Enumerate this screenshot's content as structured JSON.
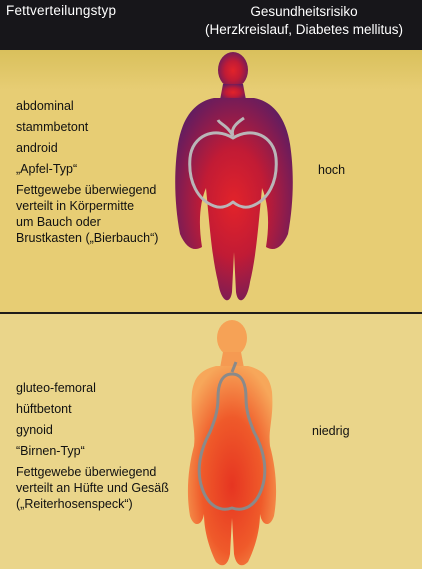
{
  "header": {
    "left_title": "Fettverteilungstyp",
    "right_title_line1": "Gesundheitsrisiko",
    "right_title_line2": "(Herzkreislauf, Diabetes mellitus)"
  },
  "apple_type": {
    "lines": [
      "abdominal",
      "stammbetont",
      "android",
      "„Apfel-Typ“"
    ],
    "description": [
      "Fettgewebe überwiegend",
      "verteilt in Körpermitte",
      "um Bauch oder",
      "Brustkasten („Bierbauch“)"
    ],
    "risk": "hoch",
    "body_color_top": "#5c1d63",
    "body_color_center": "#e2232a",
    "fruit_outline": "apple-outline"
  },
  "pear_type": {
    "lines": [
      "gluteo-femoral",
      "hüftbetont",
      "gynoid",
      "“Birnen-Typ“"
    ],
    "description": [
      "Fettgewebe überwiegend",
      "verteilt an Hüfte und Gesäß",
      "(„Reiterhosenspeck“)"
    ],
    "risk": "niedrig",
    "body_color_top": "#f7a75a",
    "body_color_center": "#e63521",
    "fruit_outline": "pear-outline"
  }
}
